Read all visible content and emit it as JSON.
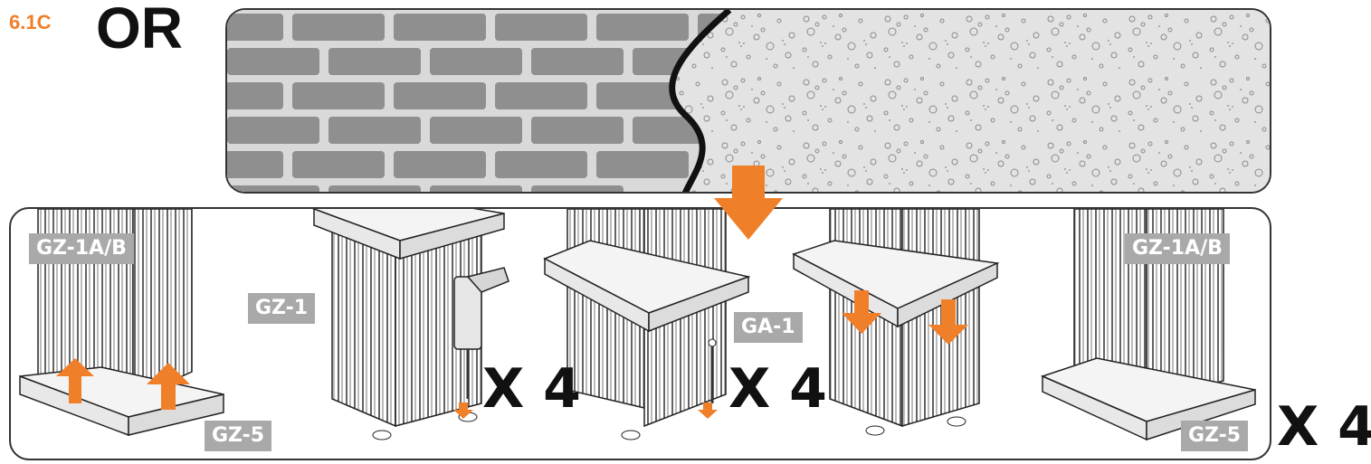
{
  "header": {
    "step_number": "6.1C",
    "alternative_word": "OR"
  },
  "surfaces": [
    "brick-wall",
    "concrete"
  ],
  "labels": {
    "post_left_top": "GZ-1A/B",
    "post_left_base": "GZ-5",
    "post_2": "GZ-1",
    "anchor": "GA-1",
    "post_right_top": "GZ-1A/B",
    "post_right_base": "GZ-5"
  },
  "quantities": {
    "q1": "X 4",
    "q2": "X 4",
    "q3": "X 4"
  },
  "colors": {
    "accent": "#f07f2a",
    "tag_bg": "#a9a9a9",
    "brick": "#8f8f8f",
    "mortar": "#d9d9d9",
    "concrete": "#e3e3e3",
    "outline": "#333333"
  },
  "icons": [
    "arrow-up-icon",
    "arrow-down-icon",
    "drill-icon",
    "anchor-bolt-icon"
  ]
}
